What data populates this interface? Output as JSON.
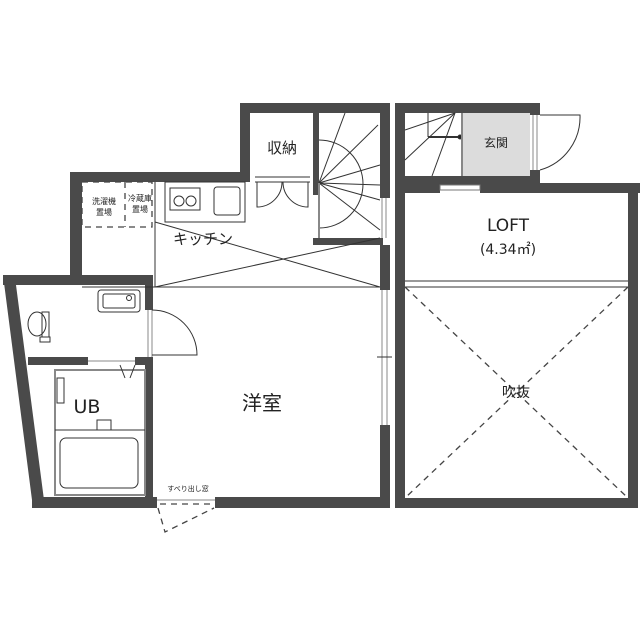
{
  "rooms": {
    "storage": "収納",
    "entrance": "玄関",
    "loft": "LOFT",
    "loft_area": "(4.34㎡)",
    "kitchen": "キッチン",
    "washer_space_1": "洗濯機",
    "washer_space_2": "置場",
    "fridge_space_1": "冷蔵庫",
    "fridge_space_2": "置場",
    "western_room": "洋室",
    "unit_bath": "UB",
    "atrium": "吹抜",
    "sliding_window": "すべり出し窓"
  },
  "colors": {
    "wall": "#4a4a4a",
    "entrance_floor": "#dcdcdc",
    "background": "#ffffff"
  }
}
